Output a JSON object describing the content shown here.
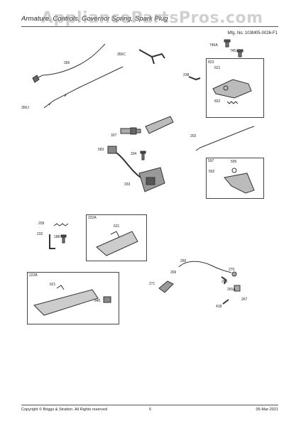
{
  "header": {
    "title": "Armature, Controls, Governor Spring, Spark Plug",
    "watermark": "AppliancePartsPros.com",
    "mfg_no": "Mfg. No: 103M05-0026-F1"
  },
  "footer": {
    "copyright": "Copyright © Briggs & Stratton. All Rights reserved",
    "page": "6",
    "date": "05-Mar-2021"
  },
  "parts": {
    "p356": "356",
    "p356c": "356C",
    "p356j": "356J",
    "p745a": "745A",
    "p745": "745",
    "p238": "238",
    "p823": "823",
    "p621": "621",
    "p822": "822",
    "p337": "337",
    "p583": "583",
    "p333": "333",
    "p334": "334",
    "p202": "202",
    "p597": "597",
    "p505": "505",
    "p592": "592",
    "p209": "209",
    "p232": "232",
    "p188": "188",
    "p222a": "222A",
    "p621b": "621",
    "p266": "266",
    "p269": "269",
    "p270": "270",
    "p271": "271",
    "p253": "253",
    "p265a": "265A",
    "p418": "418",
    "p267": "267",
    "p222b": "222B",
    "p621c": "621",
    "p845": "845"
  }
}
